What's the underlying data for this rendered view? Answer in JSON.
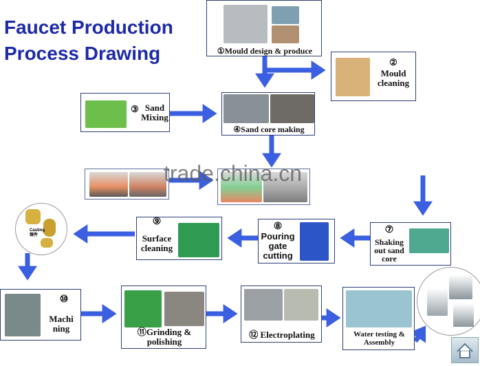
{
  "title": {
    "line1": "Faucet Production",
    "line2": "Process Drawing"
  },
  "steps": [
    {
      "num": "①",
      "label": "Mould design & produce"
    },
    {
      "num": "②",
      "label": "Mould cleaning"
    },
    {
      "num": "③",
      "label": "Sand Mixing"
    },
    {
      "num": "④",
      "label": "Sand core making"
    },
    {
      "num": "⑦",
      "label": "Shaking out sand core"
    },
    {
      "num": "⑧",
      "label": "Pouring gate cutting"
    },
    {
      "num": "⑨",
      "label": "Surface cleaning"
    },
    {
      "num": "⑩",
      "label": "Machi ning"
    },
    {
      "num": "⑪",
      "label": "Grinding & polishing"
    },
    {
      "num": "⑫",
      "label": "Electroplating"
    },
    {
      "num": "",
      "label": "Water testing & Assembly"
    }
  ],
  "casting": {
    "label_en": "Casting",
    "label_cn": "铸件"
  },
  "watermark": "trade.china.cn",
  "colors": {
    "title": "#1c2aa8",
    "arrow": "#3a5fe0",
    "border": "#2c3e78"
  },
  "icons": {
    "home": "home-icon"
  }
}
